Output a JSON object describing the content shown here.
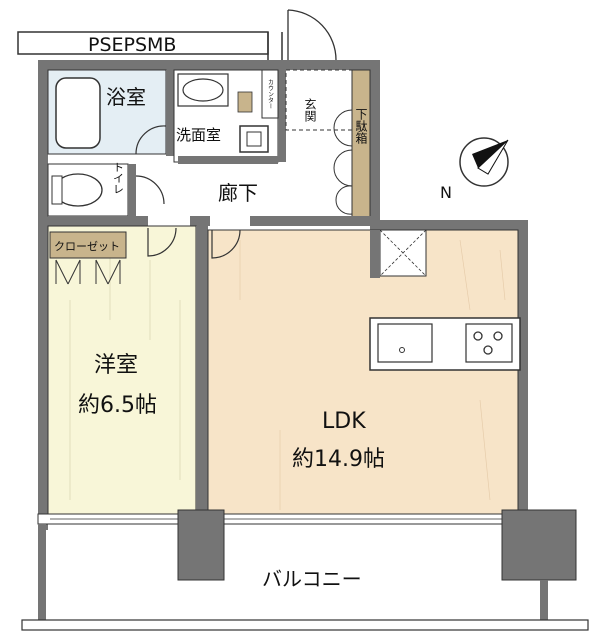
{
  "header": {
    "label": "PSEPSMB"
  },
  "rooms": {
    "bath": "浴室",
    "washroom": "洗面室",
    "toilet": "トイレ",
    "hallway": "廊下",
    "entrance": "玄関",
    "shoe_box": "下駄箱",
    "counter": "カウンター",
    "closet": "クローゼット",
    "western_room": "洋室",
    "western_room_size": "約6.5帖",
    "ldk": "LDK",
    "ldk_size": "約14.9帖",
    "balcony": "バルコニー"
  },
  "compass": {
    "label": "N"
  },
  "colors": {
    "wall": "#757575",
    "floor_ldk": "#f7e4c8",
    "floor_western": "#f8f6d8",
    "floor_wet": "#e4eef4",
    "closet_tan": "#c8b48c",
    "outline": "#333333"
  }
}
